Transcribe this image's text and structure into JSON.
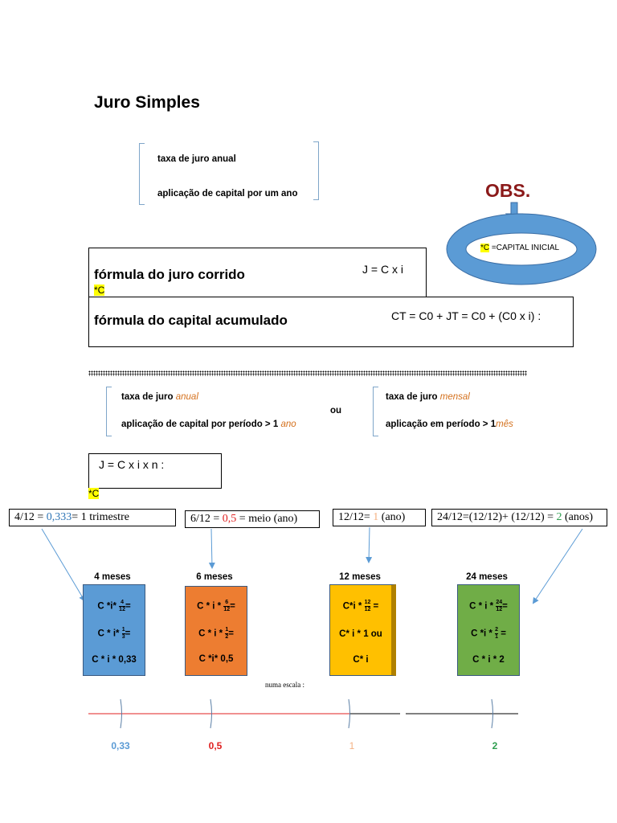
{
  "title": "Juro Simples",
  "intro": {
    "line1": "taxa de juro anual",
    "line2": "aplicação de capital por um ano"
  },
  "obs": {
    "label": "OBS.",
    "ring_star": "*C",
    "ring_text": " =CAPITAL INICIAL"
  },
  "formula_juro": {
    "label": "fórmula do juro  corrido",
    "star": "*C",
    "formula": "J = C x i"
  },
  "formula_capital": {
    "label": "fórmula do capital acumulado",
    "formula": "CT = C0 + JT = C0 + (C0 x i) :"
  },
  "period": {
    "left_line1": "taxa de juro ",
    "left_line1_em": "anual",
    "left_line2": "aplicação de capital por período > 1 ",
    "left_line2_em": "ano",
    "ou": "ou",
    "right_line1": "taxa de juro ",
    "right_line1_em": "mensal",
    "right_line2": "aplicação em  período > 1",
    "right_line2_em": "mês"
  },
  "formula_n": {
    "formula": "J = C x i x n :",
    "star": "*C"
  },
  "conversions": [
    {
      "pre": "4/12 = ",
      "val": "0,333",
      "post": "= 1 trimestre",
      "color": "#2e75b6"
    },
    {
      "pre": "6/12 = ",
      "val": "0,5",
      "post": " = meio (ano)",
      "color": "#e02020"
    },
    {
      "pre": "12/12= ",
      "val": "1",
      "post": " (ano)",
      "color": "#f4b183"
    },
    {
      "pre": "24/12=(12/12)+ (12/12) = ",
      "val": "2",
      "post": " (anos)",
      "color": "#2e9e4f"
    }
  ],
  "cards": [
    {
      "label": "4 meses",
      "color": "#5b9bd5",
      "l1": "C *i*",
      "f1n": "4",
      "f1d": "12",
      "l1s": "=",
      "l2": "C * i*",
      "f2n": "1",
      "f2d": "3",
      "l2s": "=",
      "l3": "C * i * 0,33"
    },
    {
      "label": "6 meses",
      "color": "#ed7d31",
      "l1": "C * i *",
      "f1n": "6",
      "f1d": "12",
      "l1s": "=",
      "l2": "C * i *",
      "f2n": "1",
      "f2d": "2",
      "l2s": "=",
      "l3": "C *i* 0,5"
    },
    {
      "label": "12 meses",
      "color": "#ffc000",
      "l1": "C*i *",
      "f1n": "12",
      "f1d": "12",
      "l1s": " =",
      "l2": "C* i * 1 ou",
      "l3": "C* i"
    },
    {
      "label": "24 meses",
      "color": "#70ad47",
      "l1": "C * i *",
      "f1n": "24",
      "f1d": "12",
      "l1s": "=",
      "l2": "C *i *",
      "f2n": "2",
      "f2d": "1",
      "l2s": " =",
      "l3": "C * i * 2"
    }
  ],
  "scale": {
    "label": "numa escala :",
    "ticks": [
      {
        "text": "0,33",
        "color": "#5b9bd5"
      },
      {
        "text": "0,5",
        "color": "#e02020"
      },
      {
        "text": "1",
        "color": "#f4b183"
      },
      {
        "text": "2",
        "color": "#2e9e4f"
      }
    ]
  }
}
